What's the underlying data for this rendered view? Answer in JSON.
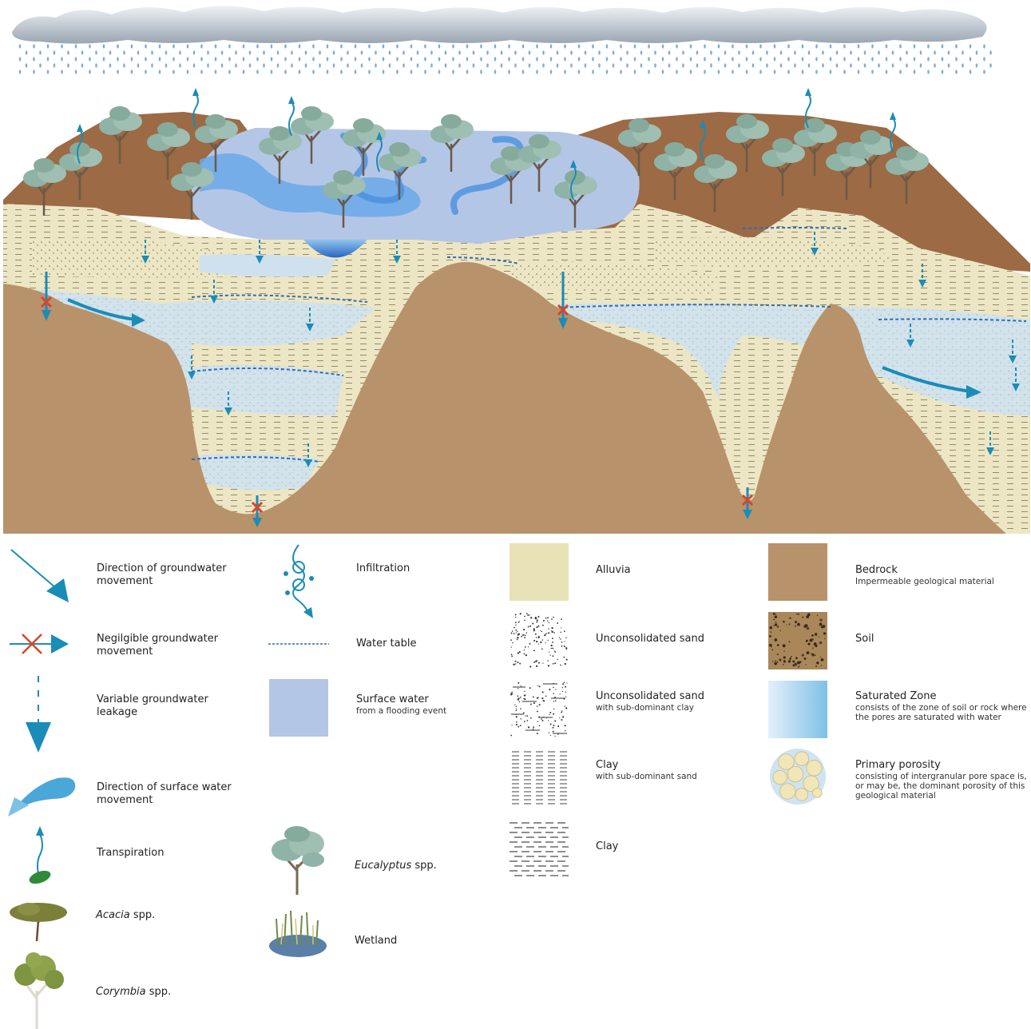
{
  "legend": {
    "gw_direction": "Direction of groundwater movement",
    "negligible_gw": "Negilgible groundwater movement",
    "variable_leakage": "Variable groundwater leakage",
    "surface_direction": "Direction of surface water movement",
    "transpiration": "Transpiration",
    "acacia_genus": "Acacia",
    "acacia_suffix": " spp.",
    "corymbia_genus": "Corymbia",
    "corymbia_suffix": " spp.",
    "infiltration": "Infiltration",
    "water_table": "Water table",
    "surface_water": "Surface water",
    "surface_water_sub": "from a flooding event",
    "eucalyptus_genus": "Eucalyptus",
    "eucalyptus_suffix": " spp.",
    "wetland": "Wetland",
    "alluvia": "Alluvia",
    "unconsolidated_sand": "Unconsolidated sand",
    "unconsolidated_sand_clay": "Unconsolidated sand",
    "unconsolidated_sand_clay_sub": "with sub-dominant clay",
    "clay_sand": "Clay",
    "clay_sand_sub": "with sub-dominant sand",
    "clay": "Clay",
    "bedrock": "Bedrock",
    "bedrock_sub": "Impermeable geological material",
    "soil": "Soil",
    "saturated_zone": "Saturated Zone",
    "saturated_zone_sub": "consists of the zone of soil or rock where the pores are saturated with water",
    "primary_porosity": "Primary porosity",
    "primary_porosity_sub": "consisting of intergranular pore space is, or may be, the dominant porosity of this geological material"
  },
  "colors": {
    "alluvia": "#e8e1b5",
    "bedrock": "#b8926a",
    "soil": "#a9875a",
    "saturated_light": "#d4e6f4",
    "saturated_dark": "#7ec1e6",
    "surface_water": "#b4c6e6",
    "arrow": "#1a8cb8",
    "cross": "#d9452b",
    "soil_top": "#9c6a44",
    "tree_canopy": "#8fb3a6",
    "tree_trunk": "#6b4a30"
  }
}
